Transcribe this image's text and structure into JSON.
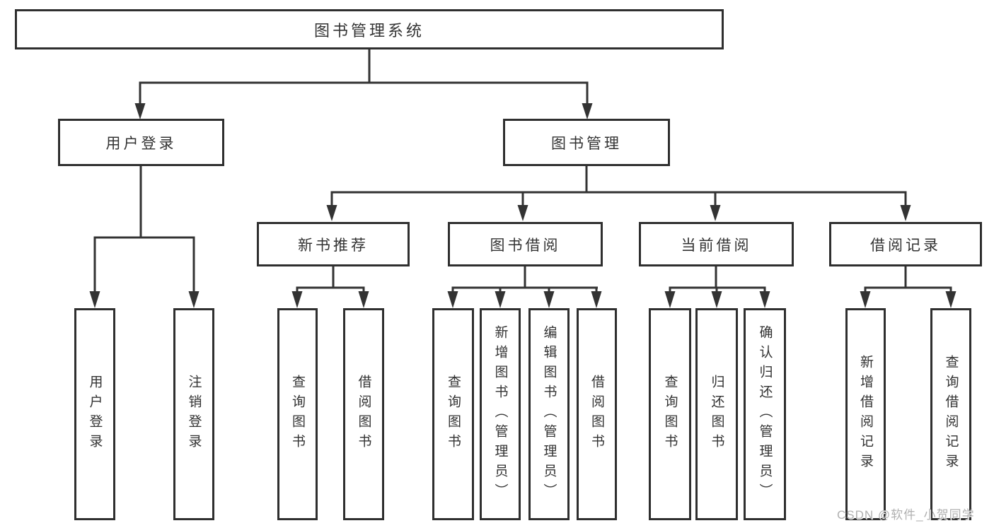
{
  "root": {
    "label": "图书管理系统"
  },
  "level2": [
    "用户登录",
    "图书管理"
  ],
  "level3": [
    "新书推荐",
    "图书借阅",
    "当前借阅",
    "借阅记录"
  ],
  "leaves": {
    "login": [
      "用户登录",
      "注销登录"
    ],
    "new_book": [
      "查询图书",
      "借阅图书"
    ],
    "borrow": [
      "查询图书",
      "新增图书（管理员）",
      "编辑图书（管理员）",
      "借阅图书"
    ],
    "current": [
      "查询图书",
      "归还图书",
      "确认归还（管理员）"
    ],
    "records": [
      "新增借阅记录",
      "查询借阅记录"
    ]
  },
  "watermark": "CSDN @软件_小贺同学",
  "colors": {
    "line": "#333333",
    "box_border": "#2f2f2f",
    "box_background": "#ffffff",
    "text": "#333333",
    "watermark_text": "#b0b0b0",
    "page_background": "#ffffff"
  }
}
